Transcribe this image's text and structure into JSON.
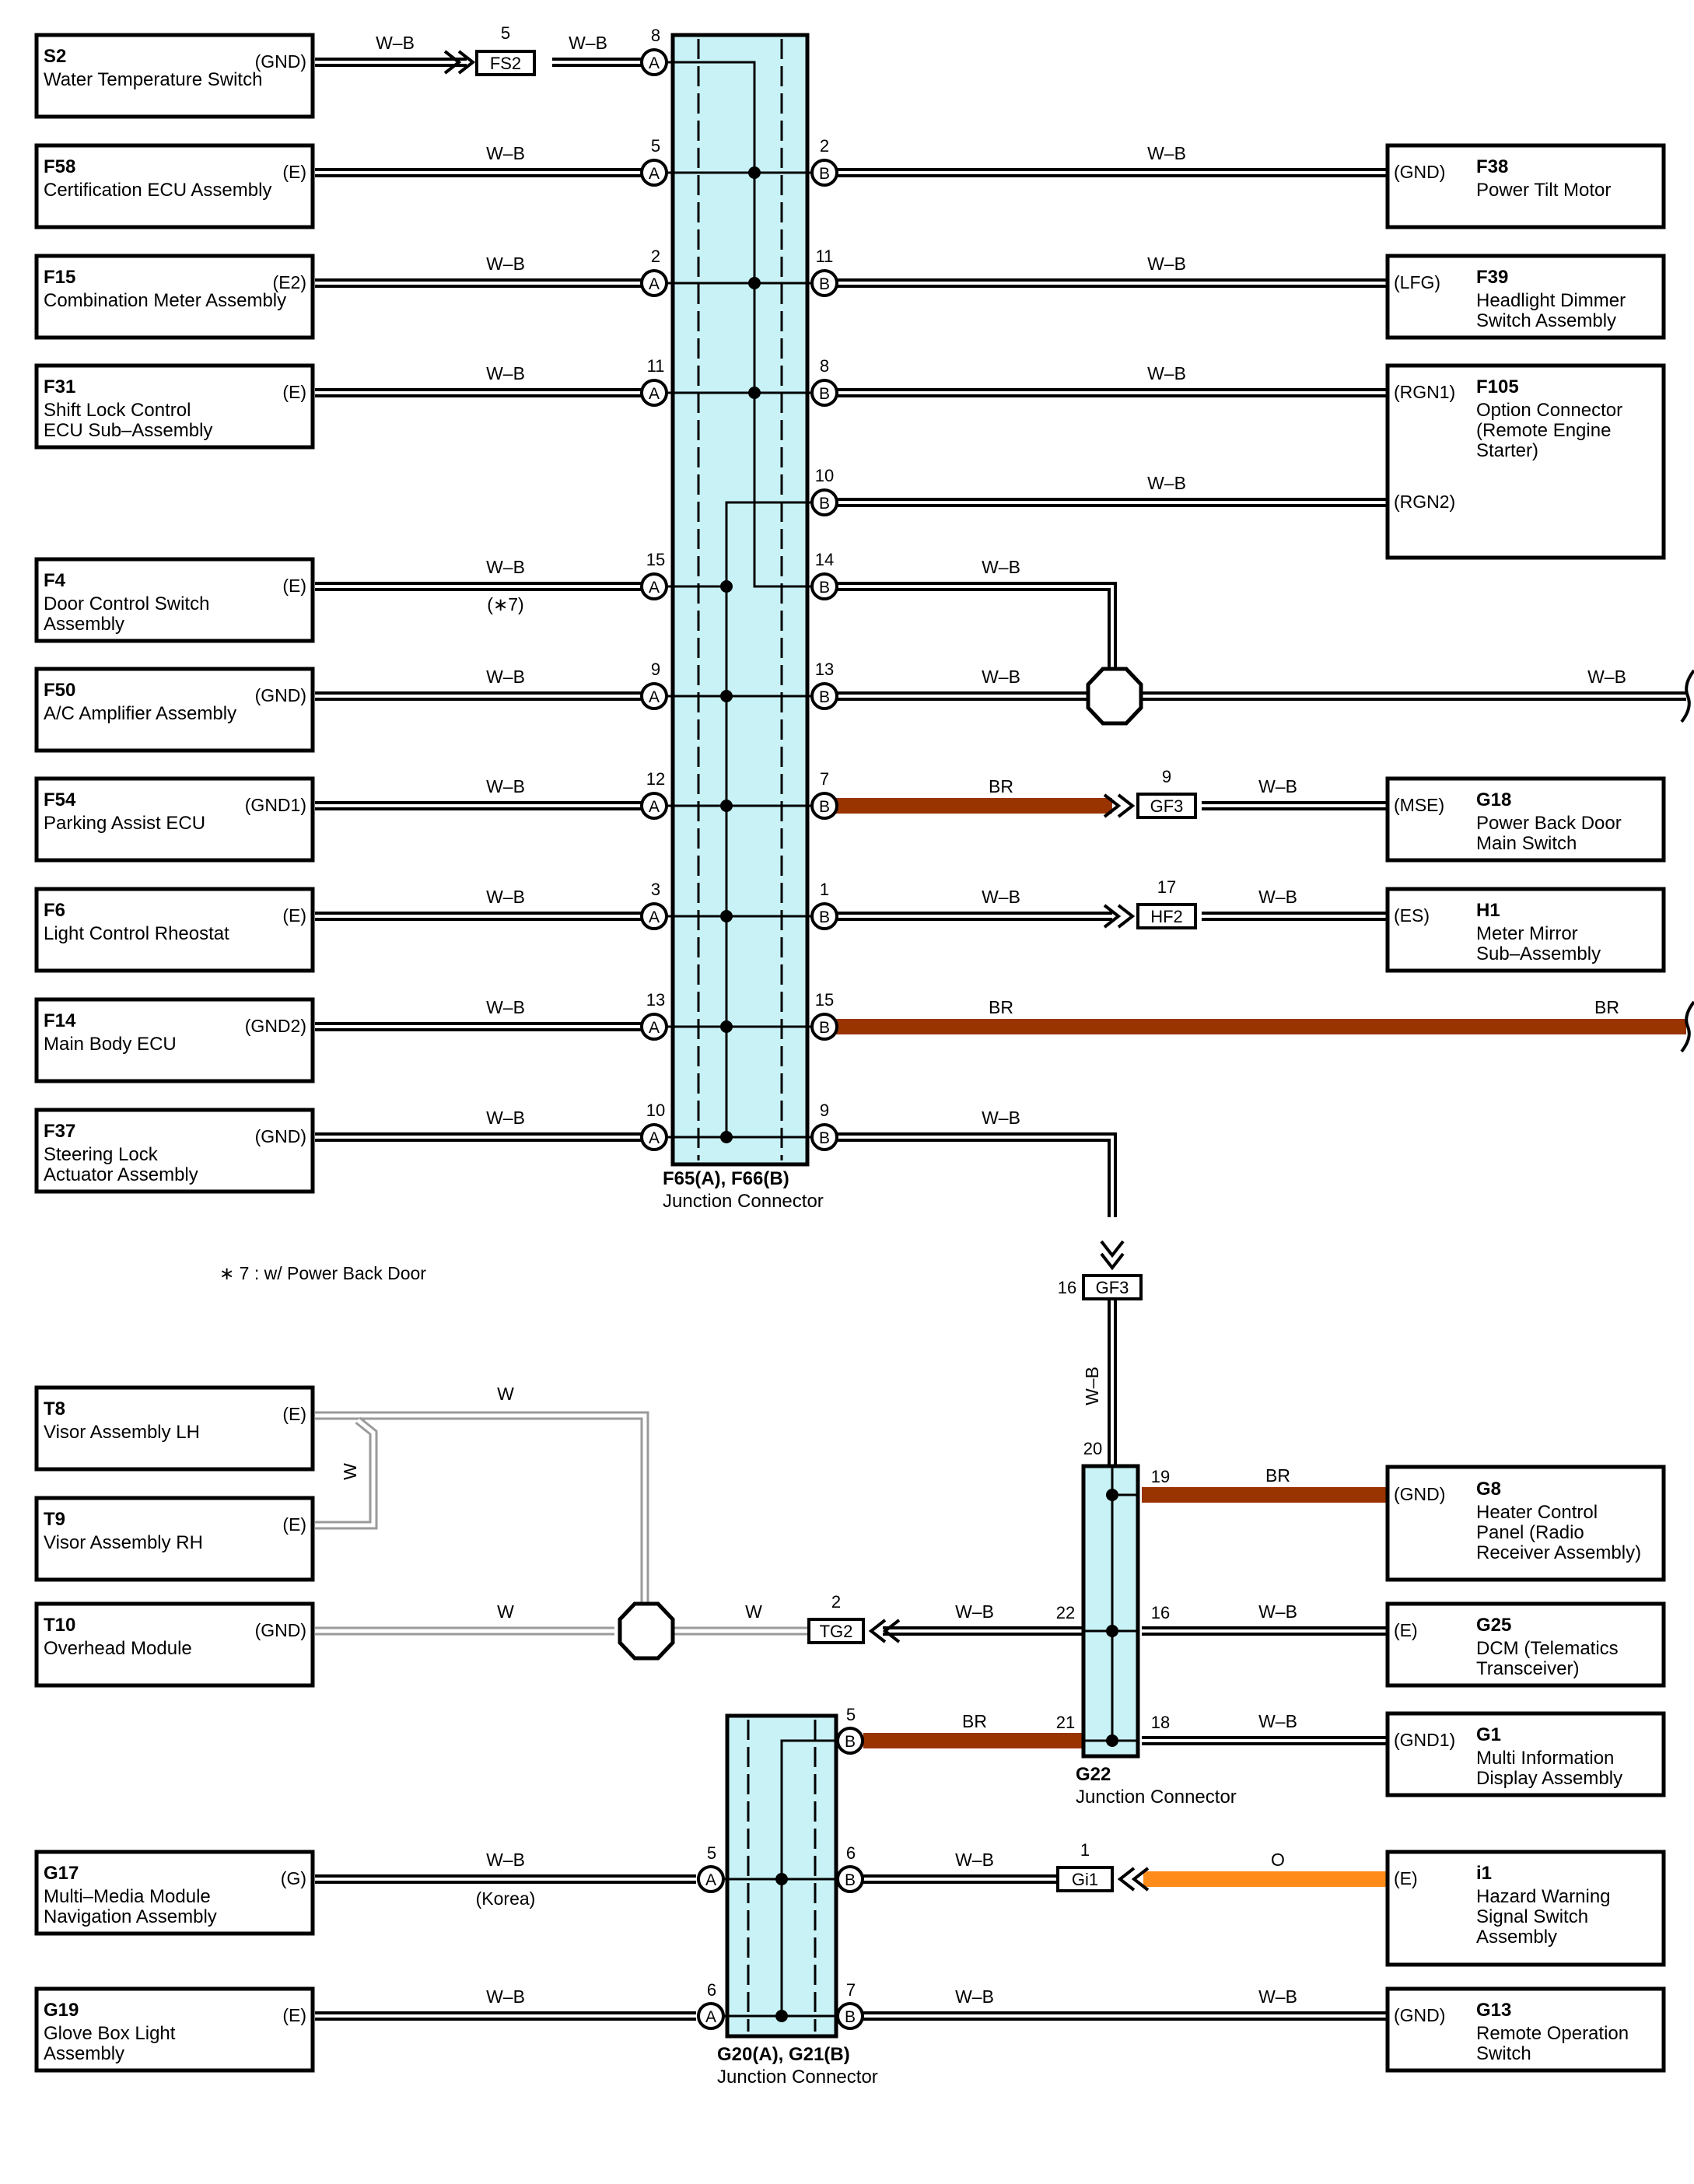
{
  "components": [
    {
      "key": "S2",
      "code": "S2",
      "lines": [
        "Water Temperature Switch"
      ],
      "pin": "(GND)"
    },
    {
      "key": "F58",
      "code": "F58",
      "lines": [
        "Certification ECU Assembly"
      ],
      "pin": "(E)"
    },
    {
      "key": "F15",
      "code": "F15",
      "lines": [
        "Combination Meter Assembly"
      ],
      "pin": "(E2)"
    },
    {
      "key": "F31",
      "code": "F31",
      "lines": [
        "Shift Lock Control",
        "ECU Sub–Assembly"
      ],
      "pin": "(E)"
    },
    {
      "key": "F4",
      "code": "F4",
      "lines": [
        "Door Control Switch",
        "Assembly"
      ],
      "pin": "(E)"
    },
    {
      "key": "F50",
      "code": "F50",
      "lines": [
        "A/C Amplifier Assembly"
      ],
      "pin": "(GND)"
    },
    {
      "key": "F54",
      "code": "F54",
      "lines": [
        "Parking Assist ECU"
      ],
      "pin": "(GND1)"
    },
    {
      "key": "F6",
      "code": "F6",
      "lines": [
        "Light Control Rheostat"
      ],
      "pin": "(E)"
    },
    {
      "key": "F14",
      "code": "F14",
      "lines": [
        "Main Body ECU"
      ],
      "pin": "(GND2)"
    },
    {
      "key": "F37",
      "code": "F37",
      "lines": [
        "Steering Lock",
        "Actuator Assembly"
      ],
      "pin": "(GND)"
    },
    {
      "key": "F38",
      "code": "F38",
      "lines": [
        "Power Tilt Motor"
      ],
      "pin": "(GND)"
    },
    {
      "key": "F39",
      "code": "F39",
      "lines": [
        "Headlight Dimmer",
        "Switch Assembly"
      ],
      "pin": "(LFG)"
    },
    {
      "key": "F105",
      "code": "F105",
      "lines": [
        "Option Connector",
        "(Remote Engine",
        " Starter)"
      ],
      "pin": "(RGN1)",
      "pin2": "(RGN2)"
    },
    {
      "key": "G18",
      "code": "G18",
      "lines": [
        "Power Back Door",
        "Main Switch"
      ],
      "pin": "(MSE)"
    },
    {
      "key": "H1",
      "code": "H1",
      "lines": [
        "Meter Mirror",
        "Sub–Assembly"
      ],
      "pin": "(ES)"
    },
    {
      "key": "T8",
      "code": "T8",
      "lines": [
        "Visor Assembly LH"
      ],
      "pin": "(E)"
    },
    {
      "key": "T9",
      "code": "T9",
      "lines": [
        "Visor Assembly RH"
      ],
      "pin": "(E)"
    },
    {
      "key": "T10",
      "code": "T10",
      "lines": [
        "Overhead Module"
      ],
      "pin": "(GND)"
    },
    {
      "key": "G8",
      "code": "G8",
      "lines": [
        "Heater Control",
        "Panel (Radio",
        "Receiver Assembly)"
      ],
      "pin": "(GND)"
    },
    {
      "key": "G25",
      "code": "G25",
      "lines": [
        "DCM (Telematics",
        "Transceiver)"
      ],
      "pin": "(E)"
    },
    {
      "key": "G1",
      "code": "G1",
      "lines": [
        "Multi Information",
        "Display Assembly"
      ],
      "pin": "(GND1)"
    },
    {
      "key": "G17",
      "code": "G17",
      "lines": [
        "Multi–Media Module",
        "Navigation Assembly"
      ],
      "pin": "(G)"
    },
    {
      "key": "G19",
      "code": "G19",
      "lines": [
        "Glove Box Light",
        "Assembly"
      ],
      "pin": "(E)"
    },
    {
      "key": "i1",
      "code": "i1",
      "lines": [
        "Hazard Warning",
        "Signal Switch",
        "Assembly"
      ],
      "pin": "(E)"
    },
    {
      "key": "G13",
      "code": "G13",
      "lines": [
        "Remote Operation",
        "Switch"
      ],
      "pin": "(GND)"
    }
  ],
  "junctions": [
    {
      "key": "J1",
      "title": "F65(A), F66(B)",
      "subtitle": "Junction Connector"
    },
    {
      "key": "J2",
      "title": "G22",
      "subtitle": "Junction Connector"
    },
    {
      "key": "J3",
      "title": "G20(A), G21(B)",
      "subtitle": "Junction Connector"
    }
  ],
  "inline_connectors": [
    {
      "key": "FS2",
      "label": "FS2",
      "pin": "5"
    },
    {
      "key": "GF3a",
      "label": "GF3",
      "pin": "9"
    },
    {
      "key": "HF2",
      "label": "HF2",
      "pin": "17"
    },
    {
      "key": "GF3b",
      "label": "GF3",
      "pin": "16"
    },
    {
      "key": "TG2",
      "label": "TG2",
      "pin": "2"
    },
    {
      "key": "Gi1",
      "label": "Gi1",
      "pin": "1"
    }
  ],
  "wire_labels": {
    "wb": "W–B",
    "w": "W",
    "br": "BR",
    "o": "O"
  },
  "pins": {
    "J1_left": [
      "8",
      "5",
      "2",
      "11",
      "15",
      "9",
      "12",
      "3",
      "13",
      "10"
    ],
    "J1_right": [
      "2",
      "11",
      "8",
      "10",
      "14",
      "13",
      "7",
      "1",
      "15",
      "9"
    ],
    "J2": [
      "20",
      "19",
      "22",
      "16",
      "21",
      "18"
    ],
    "J3": [
      "5",
      "6",
      "6",
      "7",
      "5"
    ],
    "pin_letters": [
      "A",
      "B"
    ]
  },
  "notes": {
    "variant_f4": "(∗7)",
    "variant_korea": "(Korea)",
    "footnote": "∗ 7 : w/ Power Back Door"
  },
  "colors": {
    "jc_fill": "#c8f2f6",
    "wire_wb": "#000000",
    "wire_br": "#993300",
    "wire_o": "#ff8c1a",
    "wire_w": "#9a9a9a"
  }
}
